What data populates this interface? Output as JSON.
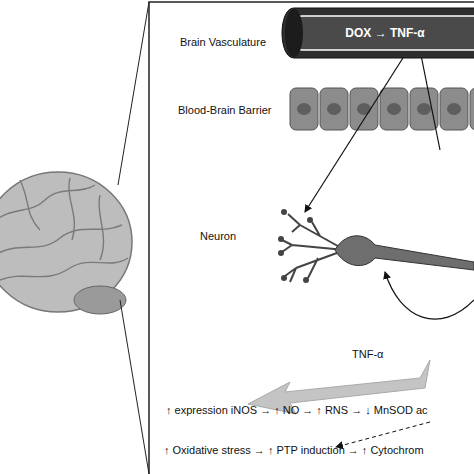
{
  "diagram": {
    "nodes": [
      {
        "text": [
          "DOX → TNF-α"
        ]
      }
    ],
    "labels": [
      "Brain Vasculature",
      "Blood-Brain Barrier",
      "Neuron",
      "TNF-α",
      "↑ expression iNOS → ↑ NO → ↑ RNS → ↓ MnSOD ac",
      "↑ Oxidative stress → ↑ PTP induction → ↑ Cytochrom"
    ]
  }
}
